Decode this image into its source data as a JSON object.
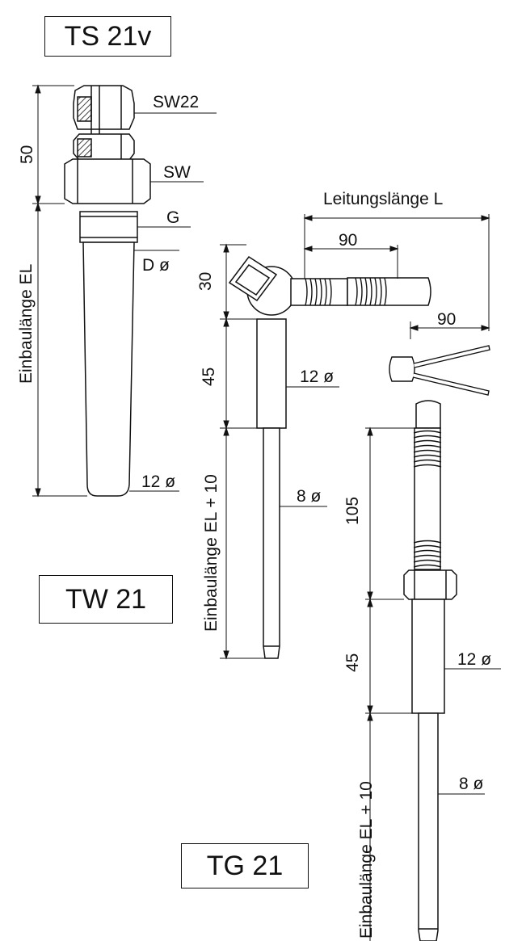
{
  "titles": {
    "ts": "TS 21v",
    "tw": "TW 21",
    "tg": "TG 21"
  },
  "ts21v": {
    "dim_50": "50",
    "sw22": "SW22",
    "sw": "SW",
    "g": "G",
    "d_dia": "D ø",
    "einbaulaenge": "Einbaulänge EL",
    "dia_12": "12 ø"
  },
  "tw21": {
    "leitungslaenge": "Leitungslänge  L",
    "dim_90_top": "90",
    "dim_90_side": "90",
    "dim_30": "30",
    "dim_45": "45",
    "dia_12": "12 ø",
    "einbaulaenge": "Einbaulänge EL + 10",
    "dia_8": "8 ø"
  },
  "tg21": {
    "dim_105": "105",
    "dim_45": "45",
    "dia_12": "12 ø",
    "einbaulaenge": "Einbaulänge EL + 10",
    "dia_8": "8 ø"
  }
}
